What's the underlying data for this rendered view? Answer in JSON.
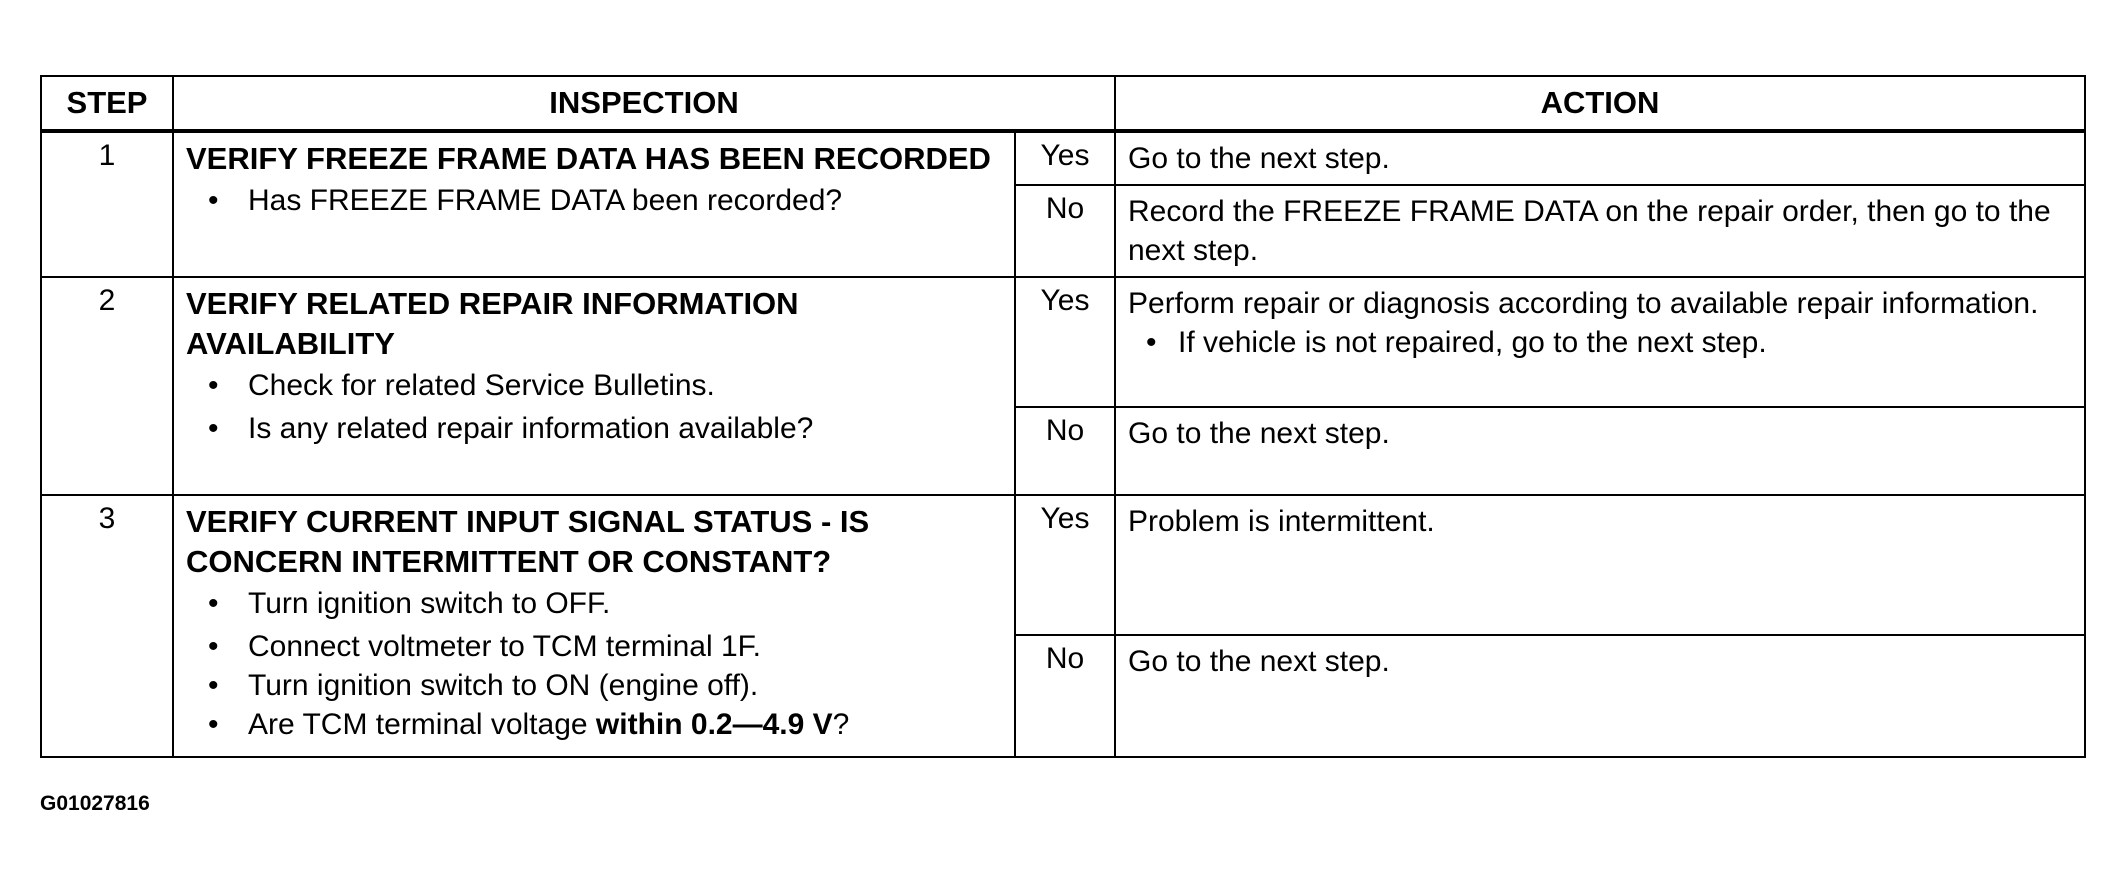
{
  "headers": {
    "step": "STEP",
    "inspection": "INSPECTION",
    "action": "ACTION"
  },
  "bullet_glyph": "•",
  "steps": [
    {
      "num": "1",
      "heading": "VERIFY FREEZE FRAME DATA HAS BEEN RECORDED",
      "checks": [
        "Has FREEZE FRAME DATA been recorded?"
      ],
      "yes_label": "Yes",
      "yes_action": "Go to the next step.",
      "no_label": "No",
      "no_action": "Record the FREEZE FRAME DATA on the repair order, then go to the next step."
    },
    {
      "num": "2",
      "heading": "VERIFY RELATED REPAIR INFORMATION AVAILABILITY",
      "checks": [
        "Check for related Service Bulletins.",
        "Is any related repair information available?"
      ],
      "yes_label": "Yes",
      "yes_action": "Perform repair or diagnosis according to available repair information.",
      "yes_action_bullet": "If vehicle is not repaired, go to the next step.",
      "no_label": "No",
      "no_action": "Go to the next step."
    },
    {
      "num": "3",
      "heading": "VERIFY CURRENT INPUT SIGNAL STATUS - IS CONCERN INTERMITTENT OR CONSTANT?",
      "checks": [
        "Turn ignition switch to OFF.",
        "Connect voltmeter to TCM terminal 1F.",
        "Turn ignition switch to ON (engine off)."
      ],
      "last_check_prefix": "Are TCM terminal voltage ",
      "last_check_bold": "within 0.2—4.9 V",
      "last_check_suffix": "?",
      "yes_label": "Yes",
      "yes_action": "Problem is intermittent.",
      "no_label": "No",
      "no_action": "Go to the next step."
    }
  ],
  "figure_id": "G01027816"
}
